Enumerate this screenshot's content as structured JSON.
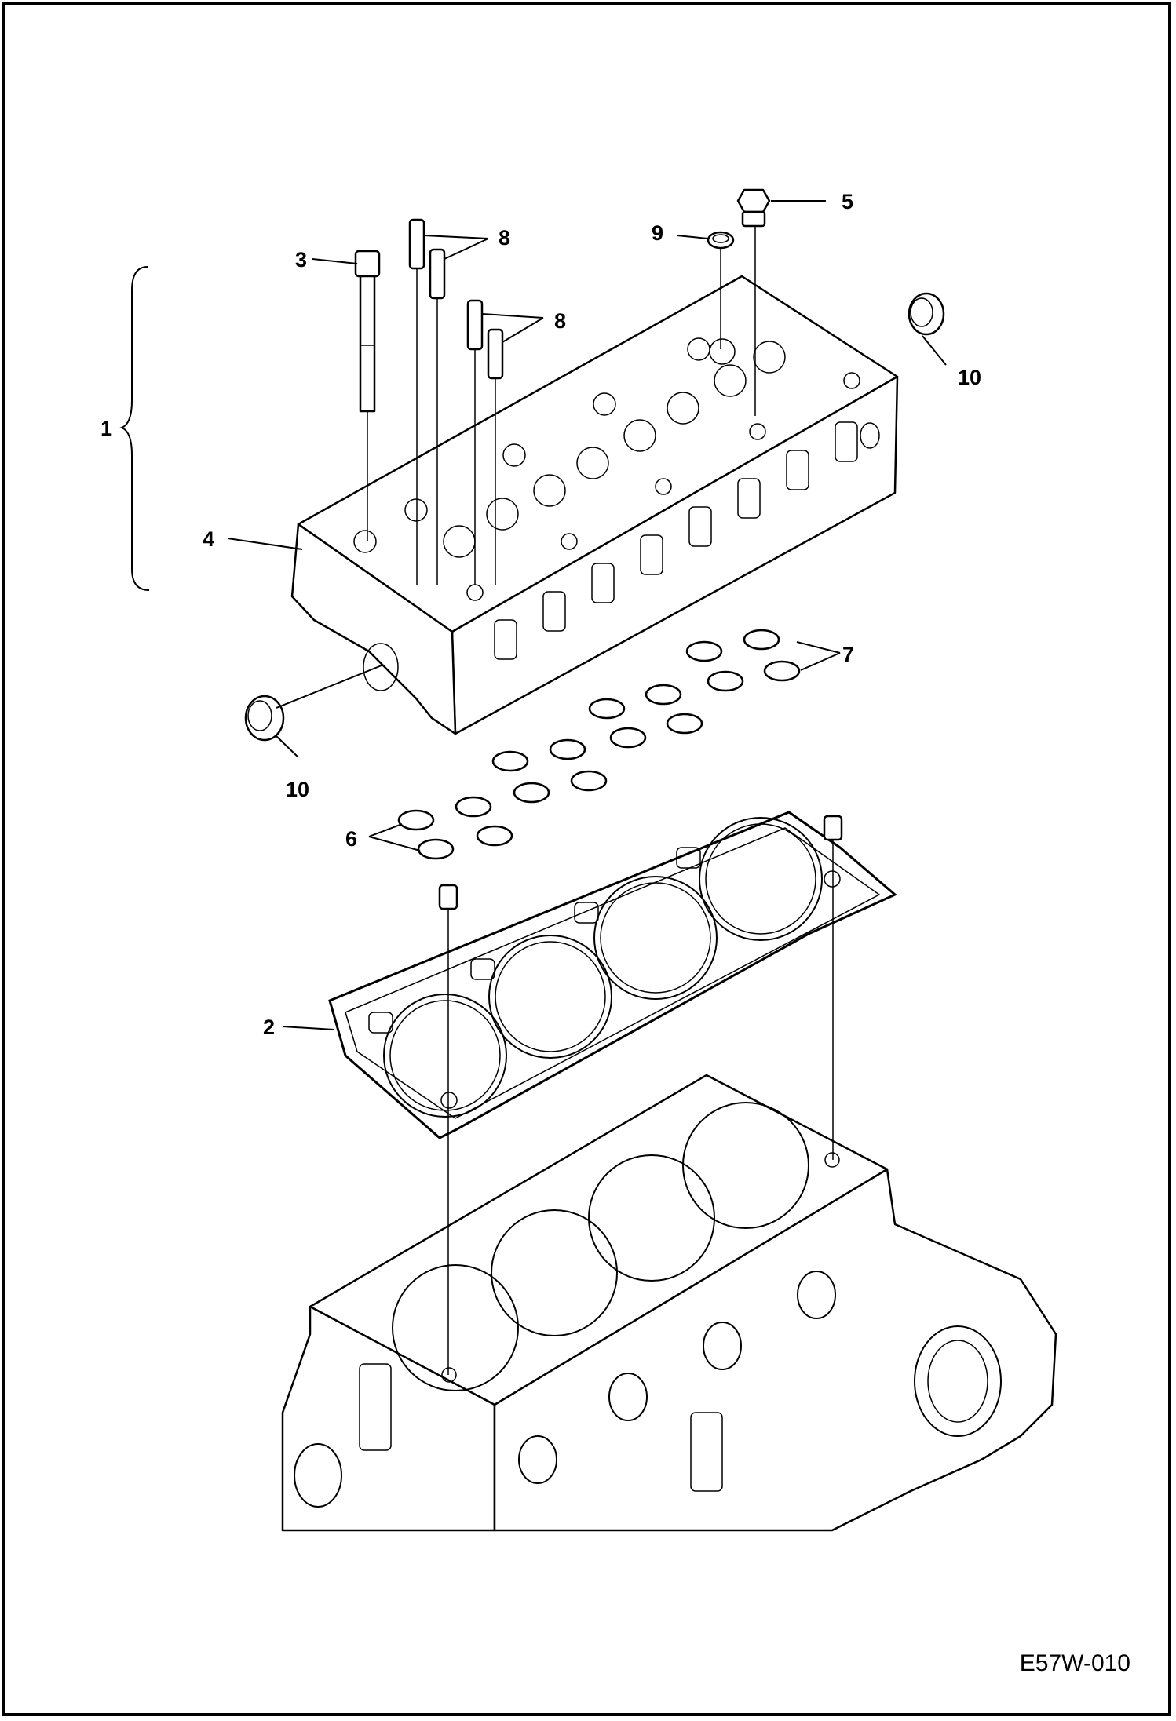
{
  "callouts": {
    "c1": "1",
    "c2": "2",
    "c3": "3",
    "c4": "4",
    "c5": "5",
    "c6": "6",
    "c7": "7",
    "c8a": "8",
    "c8b": "8",
    "c9": "9",
    "c10a": "10",
    "c10b": "10"
  },
  "figure_code": "E57W-010"
}
